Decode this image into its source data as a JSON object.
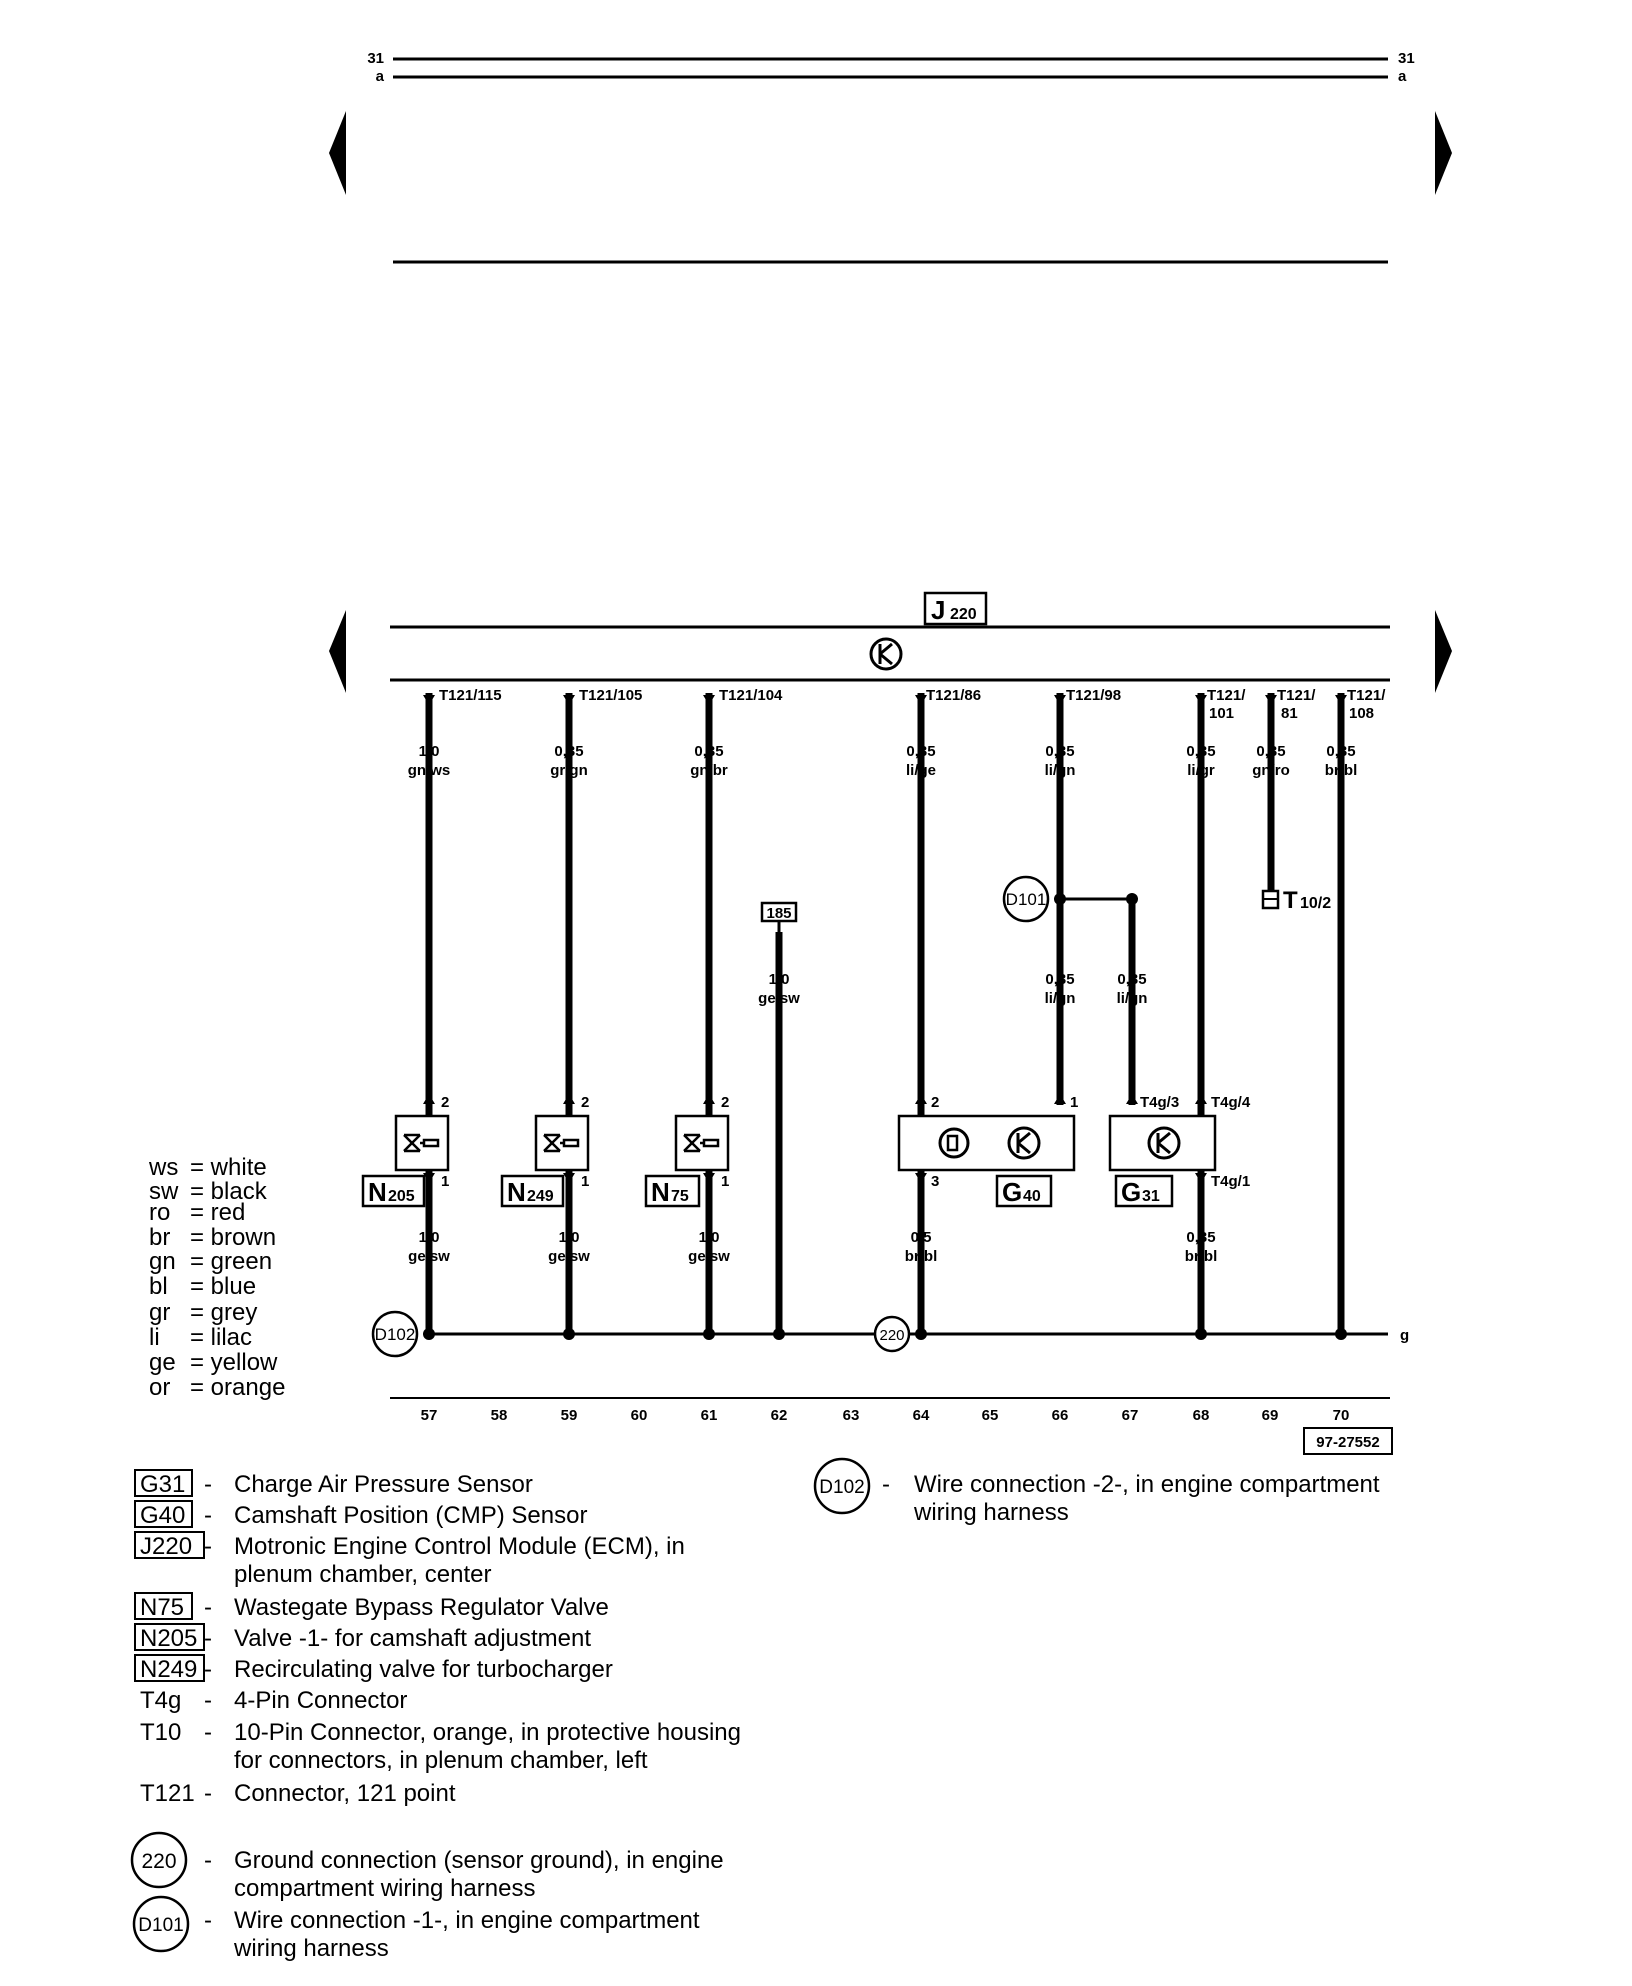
{
  "top": {
    "left_labels": [
      "31",
      "a"
    ],
    "right_labels": [
      "31",
      "a"
    ]
  },
  "ecm": {
    "id": "J",
    "sub": "220"
  },
  "pins": [
    "T121/115",
    "T121/105",
    "T121/104",
    "T121/86",
    "T121/98"
  ],
  "pins_split": [
    [
      "T121/",
      "101"
    ],
    [
      "T121/",
      "81"
    ],
    [
      "T121/",
      "108"
    ]
  ],
  "wires_top": [
    [
      "1,0",
      "gn/ws"
    ],
    [
      "0,35",
      "gr/gn"
    ],
    [
      "0,35",
      "gn/br"
    ],
    [
      "0,35",
      "li/ge"
    ],
    [
      "0,35",
      "li/gn"
    ],
    [
      "0,35",
      "li/gr"
    ],
    [
      "0,35",
      "gn/ro"
    ],
    [
      "0,35",
      "br/bl"
    ]
  ],
  "wires_mid": [
    [
      "1,0",
      "ge/sw"
    ],
    [
      "0,35",
      "li/gn"
    ],
    [
      "0,35",
      "li/gn"
    ]
  ],
  "wires_bottom": [
    [
      "1,0",
      "ge/sw"
    ],
    [
      "1,0",
      "ge/sw"
    ],
    [
      "1,0",
      "ge/sw"
    ],
    [
      "0,5",
      "br/bl"
    ],
    [
      "0,35",
      "br/bl"
    ]
  ],
  "box_185": "185",
  "connector_t10": {
    "id": "T",
    "sub": "10/2"
  },
  "component_pins": {
    "valves_top": "2",
    "valves_bottom": "1",
    "g40_left": "2",
    "g40_right": "1",
    "g40_bottom": "3",
    "g31_left": "T4g/3",
    "g31_right": "T4g/4",
    "g31_bottom": "T4g/1"
  },
  "components": {
    "n205": {
      "id": "N",
      "sub": "205"
    },
    "n249": {
      "id": "N",
      "sub": "249"
    },
    "n75": {
      "id": "N",
      "sub": "75"
    },
    "g40": {
      "id": "G",
      "sub": "40"
    },
    "g31": {
      "id": "G",
      "sub": "31"
    }
  },
  "circles": {
    "d101": "D101",
    "d102": "D102",
    "g220": "220"
  },
  "ground_end": "g",
  "columns": [
    "57",
    "58",
    "59",
    "60",
    "61",
    "62",
    "63",
    "64",
    "65",
    "66",
    "67",
    "68",
    "69",
    "70"
  ],
  "ref_code": "97-27552",
  "colors_key": [
    [
      "ws",
      "= white"
    ],
    [
      "sw",
      "= black"
    ],
    [
      "ro",
      "= red"
    ],
    [
      "br",
      "= brown"
    ],
    [
      "gn",
      "= green"
    ],
    [
      "bl",
      "= blue"
    ],
    [
      "gr",
      "= grey"
    ],
    [
      "li",
      "= lilac"
    ],
    [
      "ge",
      "= yellow"
    ],
    [
      "or",
      "= orange"
    ]
  ],
  "legend": [
    {
      "code": "G31",
      "dash": "-",
      "lines": [
        "Charge Air Pressure Sensor"
      ]
    },
    {
      "code": "G40",
      "dash": "-",
      "lines": [
        "Camshaft Position (CMP) Sensor"
      ]
    },
    {
      "code": "J220",
      "dash": "-",
      "lines": [
        "Motronic Engine Control Module (ECM), in",
        "plenum chamber, center"
      ]
    },
    {
      "code": "N75",
      "dash": "-",
      "lines": [
        "Wastegate Bypass Regulator Valve"
      ]
    },
    {
      "code": "N205",
      "dash": "-",
      "lines": [
        "Valve -1- for camshaft adjustment"
      ]
    },
    {
      "code": "N249",
      "dash": "-",
      "lines": [
        "Recirculating valve for turbocharger"
      ]
    },
    {
      "code": "T4g",
      "dash": "-",
      "lines": [
        "4-Pin Connector"
      ]
    },
    {
      "code": "T10",
      "dash": "-",
      "lines": [
        "10-Pin Connector, orange, in protective housing",
        "for connectors, in plenum chamber, left"
      ]
    },
    {
      "code": "T121",
      "dash": "-",
      "lines": [
        "Connector, 121 point"
      ]
    }
  ],
  "legend_circles": [
    {
      "code": "220",
      "dash": "-",
      "lines": [
        "Ground connection (sensor ground), in engine",
        "compartment wiring harness"
      ]
    },
    {
      "code": "D101",
      "dash": "-",
      "lines": [
        "Wire connection -1-, in engine compartment",
        "wiring harness"
      ]
    }
  ],
  "legend_right": {
    "code": "D102",
    "dash": "-",
    "lines": [
      "Wire connection -2-, in engine compartment",
      "wiring harness"
    ]
  }
}
